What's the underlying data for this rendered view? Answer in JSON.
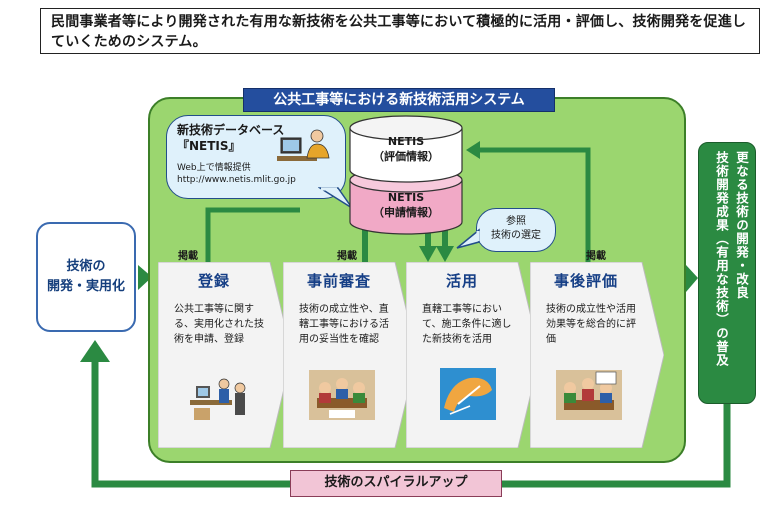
{
  "header": {
    "text": "民間事業者等により開発された有用な新技術を公共工事等において積極的に活用・評価し、技術開発を促進していくためのシステム。"
  },
  "system_title": "公共工事等における新技術活用システム",
  "database": {
    "title_line1": "新技術データベース",
    "title_line2": "『NETIS』",
    "web_line": "Web上で情報提供",
    "url": "http://www.netis.mlit.go.jp"
  },
  "cylinder": {
    "top_line1": "NETIS",
    "top_line2": "（評価情報）",
    "bottom_line1": "NETIS",
    "bottom_line2": "（申請情報）"
  },
  "reference": {
    "line1": "参照",
    "line2": "技術の選定"
  },
  "post_label": "掲載",
  "left_box": {
    "line1": "技術の",
    "line2": "開発・実用化"
  },
  "right_box": {
    "col1": "更なる技術の開発・改良",
    "col2": "技術開発成果（有用な技術）の普及"
  },
  "steps": [
    {
      "title": "登録",
      "desc": "公共工事等に関する、実用化された技術を申請、登録"
    },
    {
      "title": "事前審査",
      "desc": "技術の成立性や、直轄工事等における活用の妥当性を確認"
    },
    {
      "title": "活用",
      "desc": "直轄工事等において、施工条件に適した新技術を活用"
    },
    {
      "title": "事後評価",
      "desc": "技術の成立性や活用効果等を総合的に評価"
    }
  ],
  "spiral": "技術のスパイラルアップ",
  "colors": {
    "panel_green": "#9bd66f",
    "arrow_green": "#2b8a42",
    "title_blue": "#244e9e",
    "pink": "#f2c5d6"
  }
}
